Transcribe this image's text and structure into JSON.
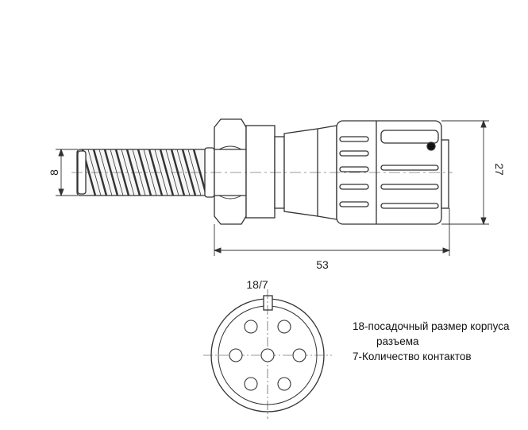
{
  "dimensions": {
    "cable_diameter": "8",
    "body_diameter": "27",
    "overall_length": "53",
    "size_code": "18/7"
  },
  "legend": {
    "line1": "18-посадочный размер корпуса",
    "line2": "разъема",
    "line3": "7-Количество контактов"
  }
}
